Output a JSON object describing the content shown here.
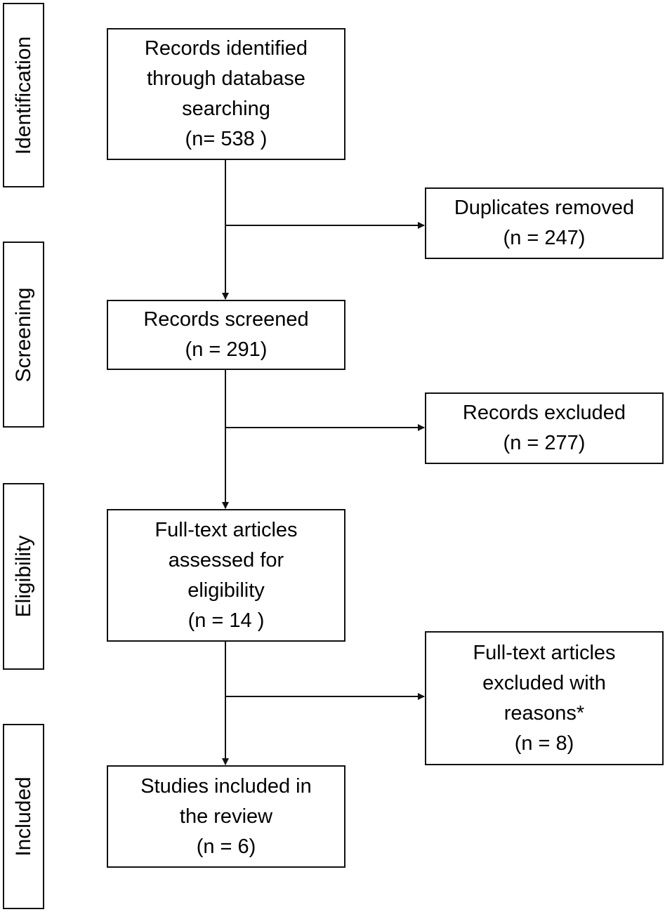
{
  "phases": {
    "identification": "Identification",
    "screening": "Screening",
    "eligibility": "Eligibility",
    "included": "Included"
  },
  "boxes": {
    "records_identified": {
      "lines": [
        "Records identified",
        "through  database",
        "searching",
        "(n= 538 )"
      ]
    },
    "duplicates_removed": {
      "lines": [
        "Duplicates removed",
        "(n = 247)"
      ]
    },
    "records_screened": {
      "lines": [
        "Records screened",
        "(n = 291)"
      ]
    },
    "records_excluded": {
      "lines": [
        "Records excluded",
        "(n = 277)"
      ]
    },
    "fulltext_assessed": {
      "lines": [
        "Full-text articles",
        "assessed for",
        "eligibility",
        "(n = 14 )"
      ]
    },
    "fulltext_excluded": {
      "lines": [
        "Full-text articles",
        "excluded with",
        "reasons*",
        "(n = 8)"
      ]
    },
    "studies_included": {
      "lines": [
        "Studies  included  in",
        "the review",
        "(n = 6)"
      ]
    }
  }
}
